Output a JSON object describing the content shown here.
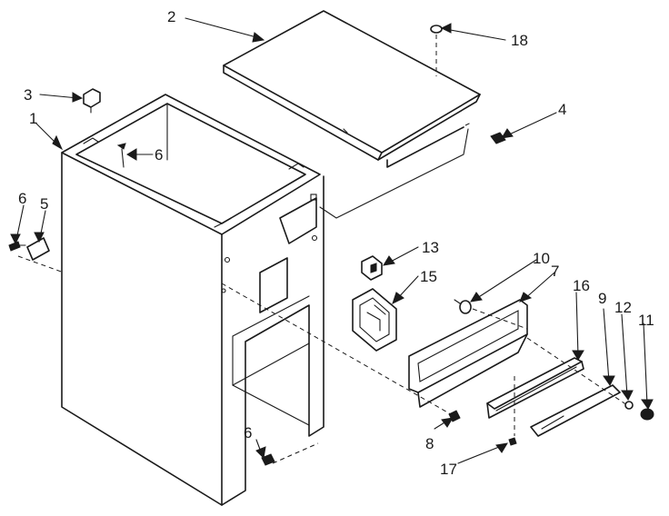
{
  "callouts": [
    {
      "id": "1",
      "text": "1"
    },
    {
      "id": "2",
      "text": "2"
    },
    {
      "id": "3",
      "text": "3"
    },
    {
      "id": "4",
      "text": "4"
    },
    {
      "id": "5",
      "text": "5"
    },
    {
      "id": "6a",
      "text": "6"
    },
    {
      "id": "6b",
      "text": "6"
    },
    {
      "id": "6c",
      "text": "6"
    },
    {
      "id": "7",
      "text": "7"
    },
    {
      "id": "8",
      "text": "8"
    },
    {
      "id": "9",
      "text": "9"
    },
    {
      "id": "10",
      "text": "10"
    },
    {
      "id": "11",
      "text": "11"
    },
    {
      "id": "12",
      "text": "12"
    },
    {
      "id": "13",
      "text": "13"
    },
    {
      "id": "15",
      "text": "15"
    },
    {
      "id": "16",
      "text": "16"
    },
    {
      "id": "17",
      "text": "17"
    },
    {
      "id": "18",
      "text": "18"
    }
  ]
}
